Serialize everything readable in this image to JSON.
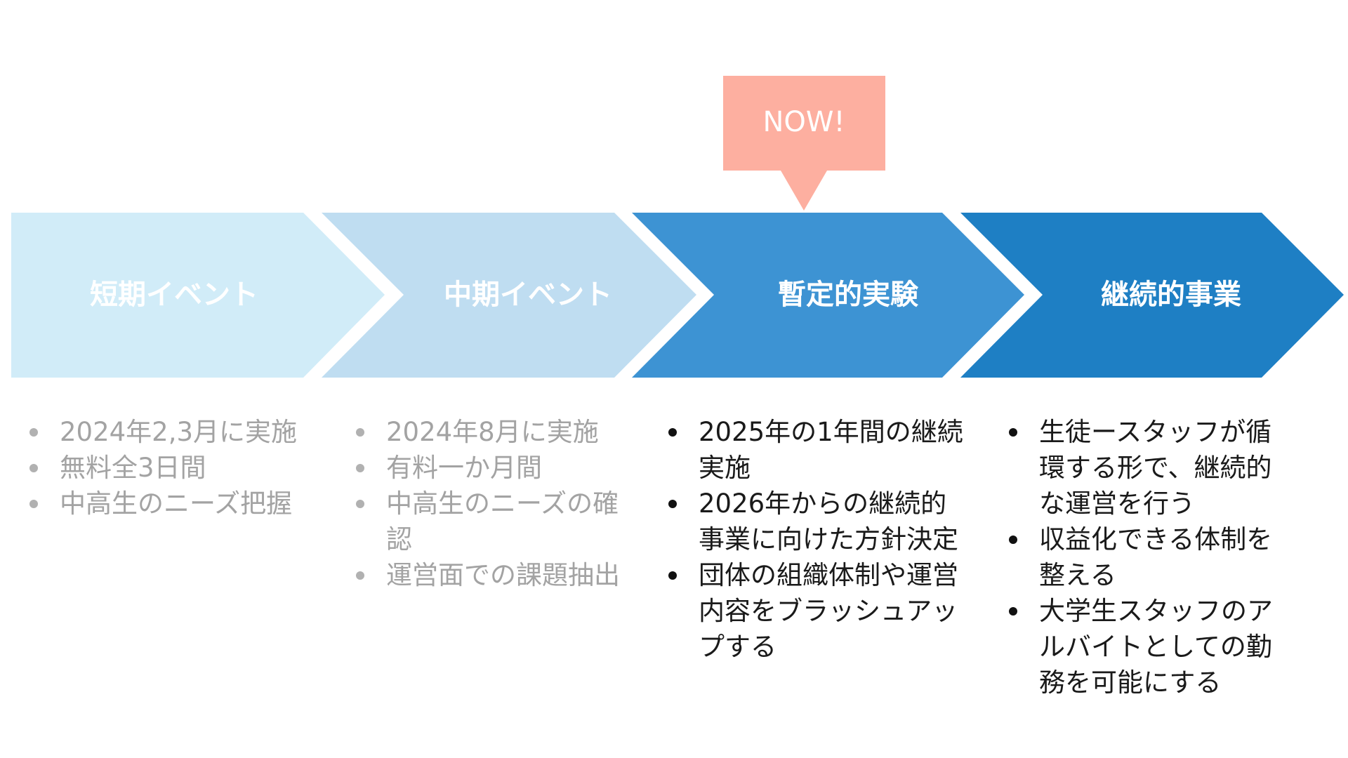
{
  "stages": [
    {
      "label": "短期イベント",
      "color": "#d1ecf8",
      "text_color": "#ffffff"
    },
    {
      "label": "中期イベント",
      "color": "#bfddf1",
      "text_color": "#ffffff"
    },
    {
      "label": "暫定的実験",
      "color": "#3d93d3",
      "text_color": "#ffffff"
    },
    {
      "label": "継続的事業",
      "color": "#1e7fc4",
      "text_color": "#ffffff"
    }
  ],
  "now_marker": {
    "label": "NOW!",
    "color": "#fdafa0",
    "text_color": "#ffffff"
  },
  "columns": [
    {
      "items": [
        "2024年2,3月に実施",
        "無料全3日間",
        "中高生のニーズ把握"
      ]
    },
    {
      "items": [
        "2024年8月に実施",
        "有料一か月間",
        "中高生のニーズの確認",
        "運営面での課題抽出"
      ]
    },
    {
      "items": [
        "2025年の1年間の継続実施",
        "2026年からの継続的事業に向けた方針決定",
        "団体の組織体制や運営内容をブラッシュアップする"
      ]
    },
    {
      "items": [
        "生徒ースタッフが循環する形で、継続的な運営を行う",
        "収益化できる体制を整える",
        "大学生スタッフのアルバイトとしての勤務を可能にする"
      ]
    }
  ]
}
